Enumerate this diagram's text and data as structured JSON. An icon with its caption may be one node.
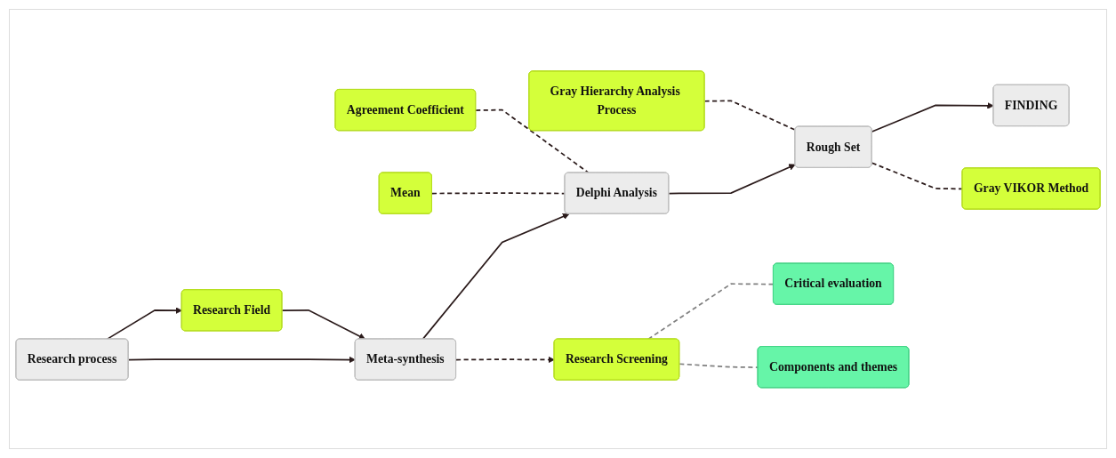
{
  "diagram": {
    "nodes": [
      {
        "text": [
          "Research process"
        ]
      },
      {
        "text": [
          "Research Field"
        ]
      },
      {
        "text": [
          "Meta-synthesis"
        ]
      },
      {
        "text": [
          "Delphi Analysis"
        ]
      },
      {
        "text": [
          "Rough Set"
        ]
      },
      {
        "text": [
          "FINDING"
        ]
      },
      {
        "text": [
          "Mean"
        ]
      },
      {
        "text": [
          "Agreement Coefficient"
        ]
      },
      {
        "text": [
          "Gray Hierarchy Analysis Process"
        ]
      },
      {
        "text": [
          "Research Screening"
        ]
      },
      {
        "text": [
          "Critical evaluation"
        ]
      },
      {
        "text": [
          "Components and themes"
        ]
      },
      {
        "text": [
          "Gray VIKOR Method"
        ]
      }
    ],
    "edges": [
      {
        "from": 0,
        "to": 1,
        "arrow": "to"
      },
      {
        "from": 0,
        "to": 2,
        "arrow": "to"
      },
      {
        "from": 1,
        "to": 2,
        "arrow": "to"
      },
      {
        "from": 2,
        "to": 3,
        "arrow": "to"
      },
      {
        "from": 3,
        "to": 4,
        "arrow": "to"
      },
      {
        "from": 4,
        "to": 5,
        "arrow": "to"
      },
      {
        "from": 6,
        "to": 3,
        "arrow": "none",
        "style": "dashed"
      },
      {
        "from": 7,
        "to": 3,
        "arrow": "none",
        "style": "dashed"
      },
      {
        "from": 8,
        "to": 4,
        "arrow": "none",
        "style": "dashed"
      },
      {
        "from": 4,
        "to": 12,
        "arrow": "none",
        "style": "dashed"
      },
      {
        "from": 2,
        "to": 9,
        "arrow": "to",
        "style": "dashed"
      },
      {
        "from": 9,
        "to": 11,
        "arrow": "none",
        "style": "dashed",
        "color": "#808080"
      },
      {
        "from": 9,
        "to": 10,
        "arrow": "none",
        "style": "dashed",
        "color": "#808080"
      }
    ]
  }
}
